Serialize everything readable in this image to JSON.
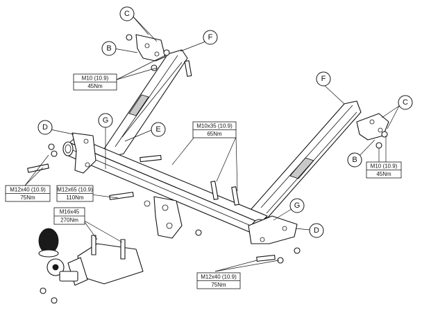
{
  "part_labels": {
    "c_top": "C",
    "b_top": "B",
    "f_top": "F",
    "f_right": "F",
    "c_right": "C",
    "b_right": "B",
    "d_left": "D",
    "g_left": "G",
    "e": "E",
    "g_right": "G",
    "d_right": "D"
  },
  "specs": {
    "top_bracket": {
      "size": "M10 (10.9)",
      "torque": "45Nm"
    },
    "mid_bolts": {
      "size": "M10x35 (10.9)",
      "torque": "65Nm"
    },
    "right_bracket": {
      "size": "M10 (10.9)",
      "torque": "45Nm"
    },
    "left_end": {
      "size": "M12x40 (10.9)",
      "torque": "75Nm"
    },
    "center_bolts": {
      "size": "M12x65 (10.9)",
      "torque": "110Nm"
    },
    "ball_bolts": {
      "size": "M16x45",
      "torque": "270Nm"
    },
    "right_end": {
      "size": "M12x40 (10.9)",
      "torque": "75Nm"
    }
  }
}
